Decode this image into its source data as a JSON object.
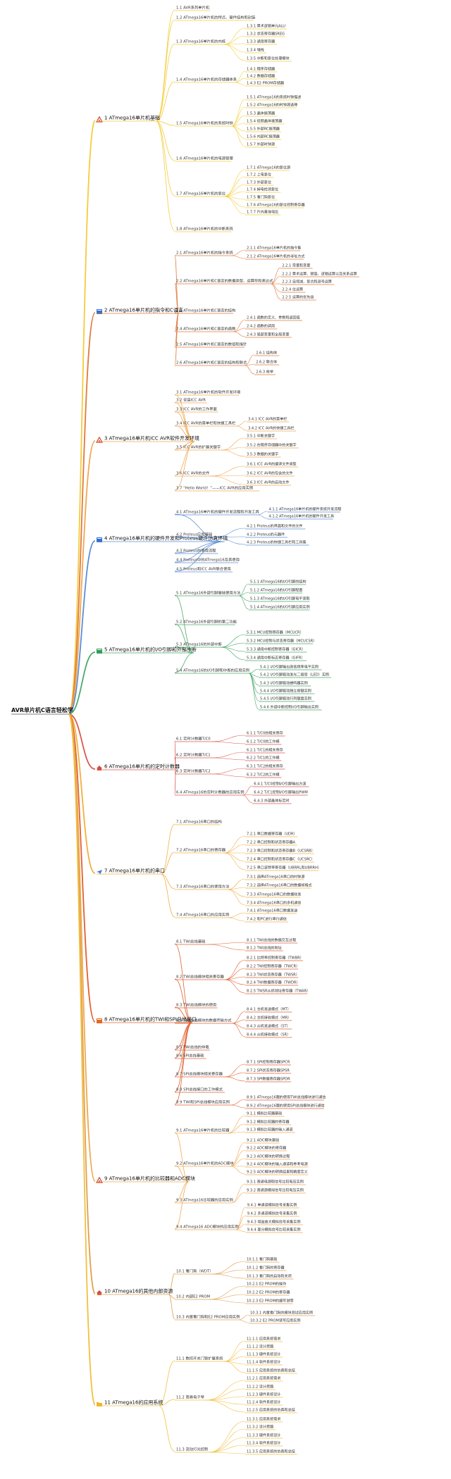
{
  "root": "AVR单片机C语言轻松学",
  "chapters": [
    {
      "label": "1 ATmega16单片机基础",
      "icon": "book-red-icon",
      "color": "#f4cc3c",
      "children": [
        {
          "label": "1.1 AVR系列单片机"
        },
        {
          "label": "1.2 ATmega16单片机的特点、硬件结构和封装"
        },
        {
          "label": "1.3 ATmega16单片机的内核",
          "children": [
            {
              "label": "1.3.1 算术逻辑单元ALU"
            },
            {
              "label": "1.3.2 状态寄存器SREG"
            },
            {
              "label": "1.3.3 通用寄存器"
            },
            {
              "label": "1.3.4 堆栈"
            },
            {
              "label": "1.3.5 中断和复位处理模块"
            }
          ]
        },
        {
          "label": "1.4 ATmega16单片机的存储器体系",
          "children": [
            {
              "label": "1.4.1 程序存储器"
            },
            {
              "label": "1.4.2 数据存储器"
            },
            {
              "label": "1.4.3 E2 PROM存储器"
            }
          ]
        },
        {
          "label": "1.5 ATmega16单片机的系统时钟",
          "children": [
            {
              "label": "1.5.1 ATmega16的系统时钟描述"
            },
            {
              "label": "1.5.2 ATmega16的时钟源选择"
            },
            {
              "label": "1.5.3 晶体振荡器"
            },
            {
              "label": "1.5.4 低频晶体振荡器"
            },
            {
              "label": "1.5.5 外部RC振荡器"
            },
            {
              "label": "1.5.6 内部RC振荡器"
            },
            {
              "label": "1.5.7 外部时钟源"
            }
          ]
        },
        {
          "label": "1.6 ATmega16单片机的电源管理"
        },
        {
          "label": "1.7 ATmega16单片机的复位",
          "children": [
            {
              "label": "1.7.1 ATmega16的复位源"
            },
            {
              "label": "1.7.2 上电复位"
            },
            {
              "label": "1.7.3 外部复位"
            },
            {
              "label": "1.7.4 掉电检测复位"
            },
            {
              "label": "1.7.5 看门狗复位"
            },
            {
              "label": "1.7.6 ATmega16的复位控制寄存器"
            },
            {
              "label": "1.7.7 片内基准电压"
            }
          ]
        },
        {
          "label": "1.8 ATmega16单片机的中断系统"
        }
      ]
    },
    {
      "label": "2 ATmega16单片机的指令和C语言",
      "icon": "book-blue-icon",
      "color": "#e07a3a",
      "children": [
        {
          "label": "2.1 ATmega16单片机的指令系统",
          "children": [
            {
              "label": "2.1.1 ATmega16单片机的指令集"
            },
            {
              "label": "2.1.2 ATmega16单片机的寻址方式"
            }
          ]
        },
        {
          "label": "2.2 ATmega16单片机C语言的数据类型、运算符和表达式",
          "children": [
            {
              "label": "2.2.1 常量和变量"
            },
            {
              "label": "2.2.2 算术运算、赋值、逻辑运算以及关系运算"
            },
            {
              "label": "2.2.3 自增减、复合和逗号运算"
            },
            {
              "label": "2.2.4 位运算"
            },
            {
              "label": "2.2.5 运算的优先级"
            }
          ]
        },
        {
          "label": "2.3 ATmega16单片机C语言的结构"
        },
        {
          "label": "2.4 ATmega16单片机C语言的函数",
          "children": [
            {
              "label": "2.4.1 函数的定义、参数和返回值"
            },
            {
              "label": "2.4.2 函数的调用"
            },
            {
              "label": "2.4.3 局部变量和全局变量"
            }
          ]
        },
        {
          "label": "2.5 ATmega16单片机C语言的数组和指针"
        },
        {
          "label": "2.6 ATmega16单片机C语言的结构和联合",
          "children": [
            {
              "label": "2.6.1 结构体"
            },
            {
              "label": "2.6.2 联合体"
            },
            {
              "label": "2.6.3 枚举"
            }
          ]
        }
      ]
    },
    {
      "label": "3 ATmega16单片机ICC AVR软件开发环境",
      "icon": "book-red-icon",
      "color": "#f0a850",
      "children": [
        {
          "label": "3.1 ATmega16单片机的软件开发环境"
        },
        {
          "label": "3.2 安装ICC AVR"
        },
        {
          "label": "3.3 ICC AVR的工作界面"
        },
        {
          "label": "3.4 ICC AVR的菜单栏和快捷工具栏",
          "children": [
            {
              "label": "3.4.1 ICC AVR的菜单栏"
            },
            {
              "label": "3.4.2 ICC AVR的快捷工具栏"
            }
          ]
        },
        {
          "label": "3.5 ICC AVR的扩展关键字",
          "children": [
            {
              "label": "3.5.1 中断关键字"
            },
            {
              "label": "3.5.2 在程序存储器中的关键字"
            },
            {
              "label": "3.5.3 数据的关键字"
            }
          ]
        },
        {
          "label": "3.6 ICC AVR的文件",
          "children": [
            {
              "label": "3.6.1 ICC AVR的编译文件类型"
            },
            {
              "label": "3.6.2 ICC AVR的包含的文件"
            },
            {
              "label": "3.6.3 ICC AVR的启动文件"
            }
          ]
        },
        {
          "label": "3.7 “Hello World！”——ICC AVR的应用实例"
        }
      ]
    },
    {
      "label": "4 ATmega16单片机的硬件开发和Proteus硬件仿真环境",
      "icon": "book-blue-icon",
      "color": "#5b8fd8",
      "children": [
        {
          "label": "4.1 ATmega16单片机的硬件开发流程和开发工具",
          "children": [
            {
              "label": "4.1.1 ATmega16单片机的硬件系统开发流程"
            },
            {
              "label": "4.1.2 ATmega16单片机的硬件开发工具"
            }
          ]
        },
        {
          "label": "4.2 Proteus应用基础",
          "children": [
            {
              "label": "4.2.1 Proteus的界面和文件的文件"
            },
            {
              "label": "4.2.2 Proteus的元器件"
            },
            {
              "label": "4.2.3 Proteus的快捷工具栏和工具集"
            }
          ]
        },
        {
          "label": "4.3 Proteus的使用流程"
        },
        {
          "label": "4.4 Proteus中的ATmega16及其使用"
        },
        {
          "label": "4.5 Proteus和ICC AVR联合使用"
        }
      ]
    },
    {
      "label": "5 ATmega16单片机的I/O引脚和外部中断",
      "icon": "book-green-icon",
      "color": "#4aa86a",
      "children": [
        {
          "label": "5.1 ATmega16外部引脚基础使用方法",
          "children": [
            {
              "label": "5.1.1 ATmega16的I/O引脚的结构"
            },
            {
              "label": "5.1.2 ATmega16的I/O引脚配置"
            },
            {
              "label": "5.1.3 ATmega16的I/O引脚电平读取"
            },
            {
              "label": "5.1.4 ATmega16的I/O引脚应用实例"
            }
          ]
        },
        {
          "label": "5.2 ATmega16外部引脚的第二功能"
        },
        {
          "label": "5.3 ATmega16的外部中断",
          "children": [
            {
              "label": "5.3.1 MCU控制寄存器（MCUCR）"
            },
            {
              "label": "5.3.2 MCU控制与状态寄存器（MCUCSR）"
            },
            {
              "label": "5.3.3 通用中断控制寄存器（GICR）"
            },
            {
              "label": "5.3.4 通用中断标志寄存器（GIFR）"
            }
          ]
        },
        {
          "label": "5.4 ATmega16的I/O引脚和中断的应用实例",
          "children": [
            {
              "label": "5.4.1 I/O引脚输出高低频率电平实例"
            },
            {
              "label": "5.4.2 I/O引脚驱动发光二极管（LED）实例"
            },
            {
              "label": "5.4.3 I/O引脚驱动蜂鸣器实例"
            },
            {
              "label": "5.4.4 I/O引脚驱动独立按键实例"
            },
            {
              "label": "5.4.5 I/O引脚驱动行列键盘实例"
            },
            {
              "label": "5.4.6 外部中断控制I/O引脚输出实例"
            }
          ]
        }
      ]
    },
    {
      "label": "6 ATmega16单片机的定时计数器",
      "icon": "home-icon",
      "color": "#d85a50",
      "children": [
        {
          "label": "6.1 定时计数器T/C0",
          "children": [
            {
              "label": "6.1.1 T/C0的相关寄存"
            },
            {
              "label": "6.1.2 T/C0的工作模"
            }
          ]
        },
        {
          "label": "6.2 定时计数器T/C1",
          "children": [
            {
              "label": "6.2.1 T/C1的相关寄存"
            },
            {
              "label": "6.2.2 T/C1的工作模"
            }
          ]
        },
        {
          "label": "6.3 定时计数器T/C2",
          "children": [
            {
              "label": "6.3.1 T/C2的相关寄存"
            },
            {
              "label": "6.3.2 T/C2的工作模"
            }
          ]
        },
        {
          "label": "6.4 ATmega16的定时计数器的应用实例",
          "children": [
            {
              "label": "6.4.1 T/C0控制I/O引脚输出方波"
            },
            {
              "label": "6.4.2 T/C1控制I/O引脚输出PWM"
            },
            {
              "label": "6.4.3 外部晶体标定时"
            }
          ]
        }
      ]
    },
    {
      "label": "7 ATmega16单片机的串口",
      "icon": "send-icon",
      "color": "#f0b040",
      "children": [
        {
          "label": "7.1 ATmega16串口的结构"
        },
        {
          "label": "7.2 ATmega16串口的寄存器",
          "children": [
            {
              "label": "7.2.1 串口数据寄存器（UDR）"
            },
            {
              "label": "7.2.2 串口控制和状态寄存器A"
            },
            {
              "label": "7.2.3 串口控制和状态寄存器B（UCSRB）"
            },
            {
              "label": "7.2.4 串口控制和状态寄存器C（UCSRC）"
            },
            {
              "label": "7.2.5 串口波特率寄存器（UBRRL和UBRRH）"
            }
          ]
        },
        {
          "label": "7.3 ATmega16串口的使用方法",
          "children": [
            {
              "label": "7.3.1 选择ATmega16串口的时钟源"
            },
            {
              "label": "7.3.2 选择ATmega16串口的数据帧格式"
            },
            {
              "label": "7.3.3 ATmega16串口的数据收发"
            },
            {
              "label": "7.3.4 ATmega16串口的多机通信"
            }
          ]
        },
        {
          "label": "7.4 ATmega16串口的应用实例",
          "children": [
            {
              "label": "7.4.1 ATmega16串口数据发送"
            },
            {
              "label": "7.4.2 和PC进行串行通信"
            }
          ]
        }
      ]
    },
    {
      "label": "8 ATmega16单片机的TWI和SPI总线接口",
      "icon": "book-orange-icon",
      "color": "#e06030",
      "children": [
        {
          "label": "8.1 TWI总线基础",
          "children": [
            {
              "label": "8.1.1 TWI总线的数据交互过程"
            },
            {
              "label": "8.1.2 TWI总线的地址"
            }
          ]
        },
        {
          "label": "8.2 TWI总线模块相关寄存器",
          "children": [
            {
              "label": "8.2.1 比特率控制寄存器（TWBR）"
            },
            {
              "label": "8.2.2 TWI控制寄存器（TWCR）"
            },
            {
              "label": "8.2.3 TWI状态寄存器（TWSR）"
            },
            {
              "label": "8.2.4 TWI数据寄存器（TWDR）"
            },
            {
              "label": "8.2.5 TWSR从机地址寄存器（TWAR）"
            }
          ]
        },
        {
          "label": "8.3 TWI总线模块的使用"
        },
        {
          "label": "8.4 TWI总线模块的数据传输方式",
          "children": [
            {
              "label": "8.4.1 主机发送模式（MT）"
            },
            {
              "label": "8.4.2 主机接收模式（MR）"
            },
            {
              "label": "8.4.3 从机发送模式（ST）"
            },
            {
              "label": "8.4.4 从机接收模式（SR）"
            }
          ]
        },
        {
          "label": "8.5 TWI总线的仲裁"
        },
        {
          "label": "8.6 SPI总线基础"
        },
        {
          "label": "8.7 SPI总线模块相关寄存器",
          "children": [
            {
              "label": "8.7.1 SPI控制寄存器SPCR"
            },
            {
              "label": "8.7.2 SPI状态寄存器SPSR"
            },
            {
              "label": "8.7.3 SPI数据寄存器SPDR"
            }
          ]
        },
        {
          "label": "8.8 SPI总线接口的工作模式"
        },
        {
          "label": "8.9 TWI和SPI总线模块应用实例",
          "children": [
            {
              "label": "8.9.1 ATmega16跟的使用TWI总线模块进行通信"
            },
            {
              "label": "8.9.2 ATmega16跟的使用SPI总线模块进行通信"
            }
          ]
        }
      ]
    },
    {
      "label": "9 ATmega16单片机的比较器和ADC模块",
      "icon": "book-red-icon",
      "color": "#f0a850",
      "children": [
        {
          "label": "9.1 ATmega16单片机的比较器",
          "children": [
            {
              "label": "9.1.1 模拟比较器基础"
            },
            {
              "label": "9.1.2 模拟比较器的寄存器"
            },
            {
              "label": "9.1.3 模拟比较器的输入通道"
            }
          ]
        },
        {
          "label": "9.2 ATmega16单片机的ADC模块",
          "children": [
            {
              "label": "9.2.1 ADC模块基础"
            },
            {
              "label": "9.2.2 ADC模块的寄存器"
            },
            {
              "label": "9.2.3 ADC模块的转换过程"
            },
            {
              "label": "9.2.4 ADC模块的输入通道和参考电源"
            },
            {
              "label": "9.2.5 ADC模块的转换结果和精度定义"
            }
          ]
        },
        {
          "label": "9.3 ATmega16比较器的应用实例",
          "children": [
            {
              "label": "9.3.1 普通电源取信号比较电压实例"
            },
            {
              "label": "9.3.2 普通源模拟信号比较电压实例"
            }
          ]
        },
        {
          "label": "9.4 ATmega16 ADC模块的应用实例",
          "children": [
            {
              "label": "9.4.1 单通道模拟信号采集实例"
            },
            {
              "label": "9.4.2 多通道模拟信号采集实例"
            },
            {
              "label": "9.4.3 增益放大模拟信号采集实例"
            },
            {
              "label": "9.4.4 差分模拟信号比较采集实例"
            }
          ]
        }
      ]
    },
    {
      "label": "10 ATmega16的其他内部资源",
      "icon": "home-icon",
      "color": "#e0a050",
      "children": [
        {
          "label": "10.1 看门狗（WDT）",
          "children": [
            {
              "label": "10.1.1 看门狗基础"
            },
            {
              "label": "10.1.2 看门狗的寄存器"
            },
            {
              "label": "10.1.3 看门狗的启动和关闭"
            }
          ]
        },
        {
          "label": "10.2 内部E2 PROM",
          "children": [
            {
              "label": "10.2.1 E2 PROM的操作"
            },
            {
              "label": "10.2.2 E2 PROM的寄存器"
            },
            {
              "label": "10.2.3 E2 PROM的编写说明"
            }
          ]
        },
        {
          "label": "10.3 内置看门狗和E2 PROM应用实例",
          "children": [
            {
              "label": "10.3.1 内置看门狗的模块测试应用实例"
            },
            {
              "label": "10.3.2 E2 PROM读写应用实例"
            }
          ]
        }
      ]
    },
    {
      "label": "11 ATmega16的应用系统",
      "icon": "folder-icon",
      "color": "#f0c040",
      "children": [
        {
          "label": "11.1 数控开关门锁扩展系统",
          "children": [
            {
              "label": "11.1.1 应用系统需求"
            },
            {
              "label": "11.1.2 设计思路"
            },
            {
              "label": "11.1.3 硬件系统设计"
            },
            {
              "label": "11.1.4 软件系统设计"
            },
            {
              "label": "11.1.5 应用系统的仿真和总结"
            }
          ]
        },
        {
          "label": "11.2 简易电子琴",
          "children": [
            {
              "label": "11.2.1 应用系统需求"
            },
            {
              "label": "11.2.2 设计思路"
            },
            {
              "label": "11.2.3 硬件系统设计"
            },
            {
              "label": "11.2.4 软件系统设计"
            },
            {
              "label": "11.2.5 应用系统的仿真和总结"
            }
          ]
        },
        {
          "label": "11.3 流动灯光控制",
          "children": [
            {
              "label": "11.3.1 应用系统需求"
            },
            {
              "label": "11.3.2 设计思路"
            },
            {
              "label": "11.3.3 硬件系统设计"
            },
            {
              "label": "11.3.4 软件系统设计"
            },
            {
              "label": "11.3.5 应用系统的仿真和总结"
            }
          ]
        }
      ]
    }
  ]
}
